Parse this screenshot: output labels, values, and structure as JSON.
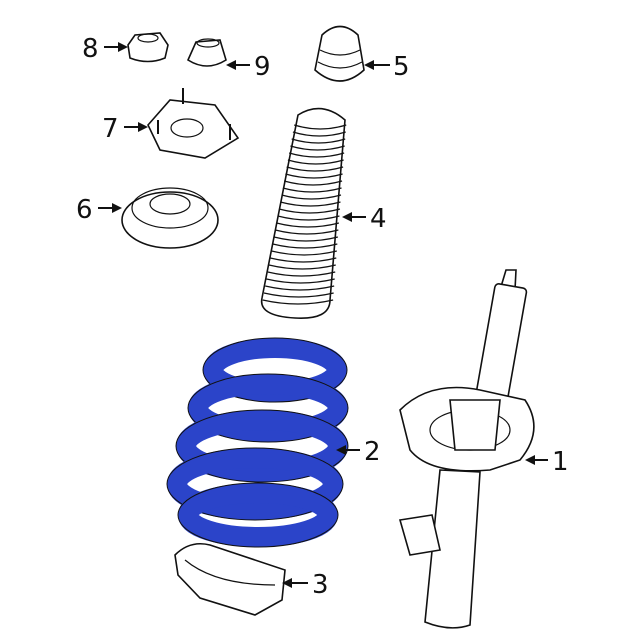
{
  "callouts": [
    {
      "id": "1",
      "label": "1"
    },
    {
      "id": "2",
      "label": "2"
    },
    {
      "id": "3",
      "label": "3"
    },
    {
      "id": "4",
      "label": "4"
    },
    {
      "id": "5",
      "label": "5"
    },
    {
      "id": "6",
      "label": "6"
    },
    {
      "id": "7",
      "label": "7"
    },
    {
      "id": "8",
      "label": "8"
    },
    {
      "id": "9",
      "label": "9"
    }
  ],
  "colors": {
    "highlight_spring": "#2b44c9",
    "line": "#111111",
    "background": "#ffffff"
  }
}
